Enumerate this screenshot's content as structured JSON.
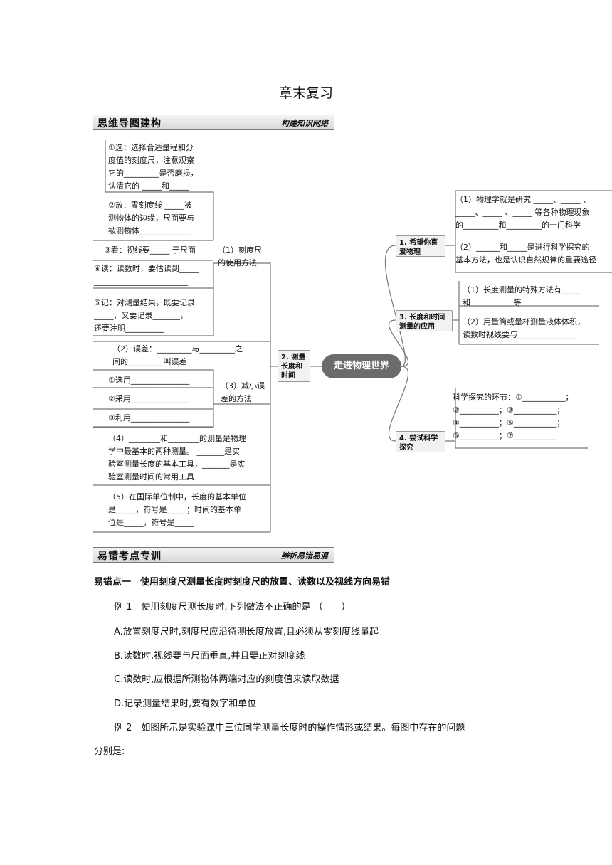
{
  "page_title": "章末复习",
  "banner1": {
    "left": "思维导图建构",
    "right": "构建知识网络"
  },
  "banner2": {
    "left": "易错考点专训",
    "right": "辨析易错易混"
  },
  "center_node": "走进物理世界",
  "left": {
    "branch2_label": [
      "2. 测量",
      "长度和",
      "时间"
    ],
    "ruler_method_label": [
      "（1）刻度尺",
      "的使用方法"
    ],
    "reduce_error_label": [
      "（3）减小误",
      "差的方法"
    ],
    "select": [
      "①选：选择合适量程和分",
      "度值的刻度尺，注意观察",
      "它的_________是否磨损，",
      "认清它的 _____和_____"
    ],
    "place": [
      "②放：零刻度线 _____被",
      "测物体的边缘，尺面要与",
      "被测物体_____________"
    ],
    "look": "③看：视线要_____ 于尺面",
    "read": [
      "④读：读数时，要估读到_____",
      "________________________"
    ],
    "record": [
      "⑤记：对测量结果，既要记录",
      "_____，又要记录_______，",
      "还要注明__________"
    ],
    "error": [
      "（2）误差：_________与_________之",
      "间的_________叫误差"
    ],
    "reduce": [
      "①选用_______________",
      "②采用_______________",
      "③利用_______________"
    ],
    "basic": [
      "（4）________和________的测量是物理",
      "学中最基本的两种测量。 _______是实",
      "验室测量长度的基本工具，_______是实",
      "验室测量时间的常用工具"
    ],
    "si": [
      "（5）在国际单位制中，长度的基本单位",
      "是_____，符号是_____；时间的基本单",
      "位是_____，符号是_____"
    ]
  },
  "right": {
    "branch1_label": [
      "1. 希望你喜",
      "爱物理"
    ],
    "branch3_label": [
      "3. 长度和时间",
      "测量的应用"
    ],
    "branch4_label": [
      "4. 尝试科学",
      "探究"
    ],
    "physics": [
      "（1）物理学就是研究 _____、_____ 、",
      "_____、_____ 、_____ 等各种物理现象",
      "的_________和_________的一门科学"
    ],
    "methods": [
      "（2）______和_____是进行科学探究的",
      "基本方法，也是认识自然规律的重要途径"
    ],
    "special": [
      "（1）长度测量的特殊方法有_____",
      "和___________等"
    ],
    "liquid": [
      "（2）用量筒或量杯测量液体体积，",
      "读数时视线要与_______________"
    ],
    "inquiry": [
      "科学探究的环节：①___________；",
      "②__________；③___________；",
      "④__________；⑤___________；",
      "⑥__________；⑦___________"
    ]
  },
  "section": {
    "heading": "易错点一　使用刻度尺测量长度时刻度尺的放置、读数以及视线方向易错",
    "ex1": "例 1　使用刻度尺测长度时,下列做法不正确的是 （　　）",
    "optA": "A.放置刻度尺时,刻度尺应沿待测长度放置,且必须从零刻度线量起",
    "optB": "B.读数时,视线要与尺面垂直,并且要正对刻度线",
    "optC": "C.读数时,应根据所测物体两端对应的刻度值来读取数据",
    "optD": "D.记录测量结果时,要有数字和单位",
    "ex2_line1": "例 2　如图所示是实验课中三位同学测量长度时的操作情形或结果。每图中存在的问题",
    "ex2_line2": "分别是:"
  }
}
